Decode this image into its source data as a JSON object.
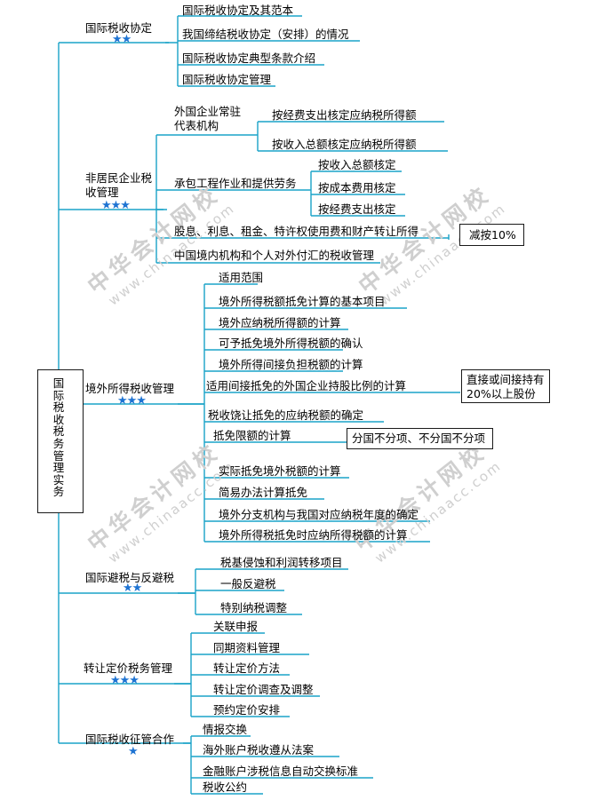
{
  "root": "国际税收税务管理实务",
  "watermark": {
    "cn": "中华会计网校",
    "en": "www.chinaacc.com"
  },
  "branches": {
    "b1": {
      "label": "国际税收协定",
      "stars": "★★",
      "items": [
        "国际税收协定及其范本",
        "我国缔结税收协定（安排）的情况",
        "国际税收协定典型条款介绍",
        "国际税收协定管理"
      ]
    },
    "b2": {
      "label": "非居民企业税收管理",
      "stars": "★★★",
      "sub1": "外国企业常驻代表机构",
      "sub1_items": [
        "按经费支出核定应纳税所得额",
        "按收入总额核定应纳税所得额"
      ],
      "sub2": "承包工程作业和提供劳务",
      "sub2_items": [
        "按收入总额核定",
        "按成本费用核定",
        "按经费支出核定"
      ],
      "sub3": "股息、利息、租金、特许权使用费和财产转让所得",
      "sub3_note": "减按10%",
      "sub4": "中国境内机构和个人对外付汇的税收管理"
    },
    "b3": {
      "label": "境外所得税收管理",
      "stars": "★★★",
      "items": [
        "适用范围",
        "境外所得税额抵免计算的基本项目",
        "境外应纳税所得额的计算",
        "可予抵免境外所得税额的确认",
        "境外所得间接负担税额的计算",
        "适用间接抵免的外国企业持股比例的计算",
        "税收饶让抵免的应纳税额的确定",
        "抵免限额的计算",
        "实际抵免境外税额的计算",
        "简易办法计算抵免",
        "境外分支机构与我国对应纳税年度的确定",
        "境外所得税抵免时应纳所得税额的计算"
      ],
      "note_holding": "直接或间接持有20%以上股份",
      "note_limit": "分国不分项、不分国不分项"
    },
    "b4": {
      "label": "国际避税与反避税",
      "stars": "★★",
      "items": [
        "税基侵蚀和利润转移项目",
        "一般反避税",
        "特别纳税调整"
      ]
    },
    "b5": {
      "label": "转让定价税务管理",
      "stars": "★★★",
      "items": [
        "关联申报",
        "同期资料管理",
        "转让定价方法",
        "转让定价调查及调整",
        "预约定价安排"
      ]
    },
    "b6": {
      "label": "国际税收征管合作",
      "stars": "★",
      "items": [
        "情报交换",
        "海外账户税收遵从法案",
        "金融账户涉税信息自动交换标准",
        "税收公约"
      ]
    }
  },
  "colors": {
    "line": "#1aa3c8",
    "star": "#1e73d2",
    "text": "#000000",
    "watermark": "#cfcfcf"
  }
}
